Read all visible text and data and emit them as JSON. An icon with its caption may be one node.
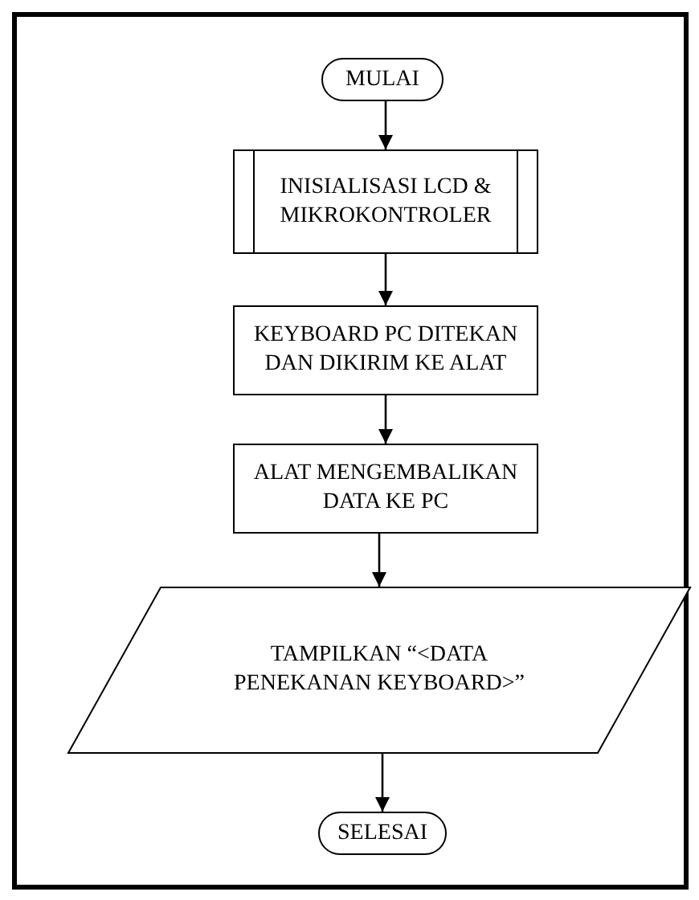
{
  "diagram": {
    "nodes": [
      {
        "text": [
          "MULAI"
        ]
      },
      {
        "text": [
          "INISIALISASI LCD & MIKROKONTROLER"
        ]
      },
      {
        "text": [
          "KEYBOARD PC DITEKAN DAN DIKIRIM KE ALAT"
        ]
      },
      {
        "text": [
          "ALAT MENGEMBALIKAN DATA KE PC"
        ]
      },
      {
        "text": [
          "TAMPILKAN “<DATA PENEKANAN KEYBOARD>”"
        ]
      },
      {
        "text": [
          "SELESAI"
        ]
      }
    ],
    "edges": [
      {
        "from": 0,
        "to": 1,
        "arrow": "to"
      },
      {
        "from": 1,
        "to": 2,
        "arrow": "to"
      },
      {
        "from": 2,
        "to": 3,
        "arrow": "to"
      },
      {
        "from": 3,
        "to": 4,
        "arrow": "to"
      },
      {
        "from": 4,
        "to": 5,
        "arrow": "to"
      }
    ]
  }
}
